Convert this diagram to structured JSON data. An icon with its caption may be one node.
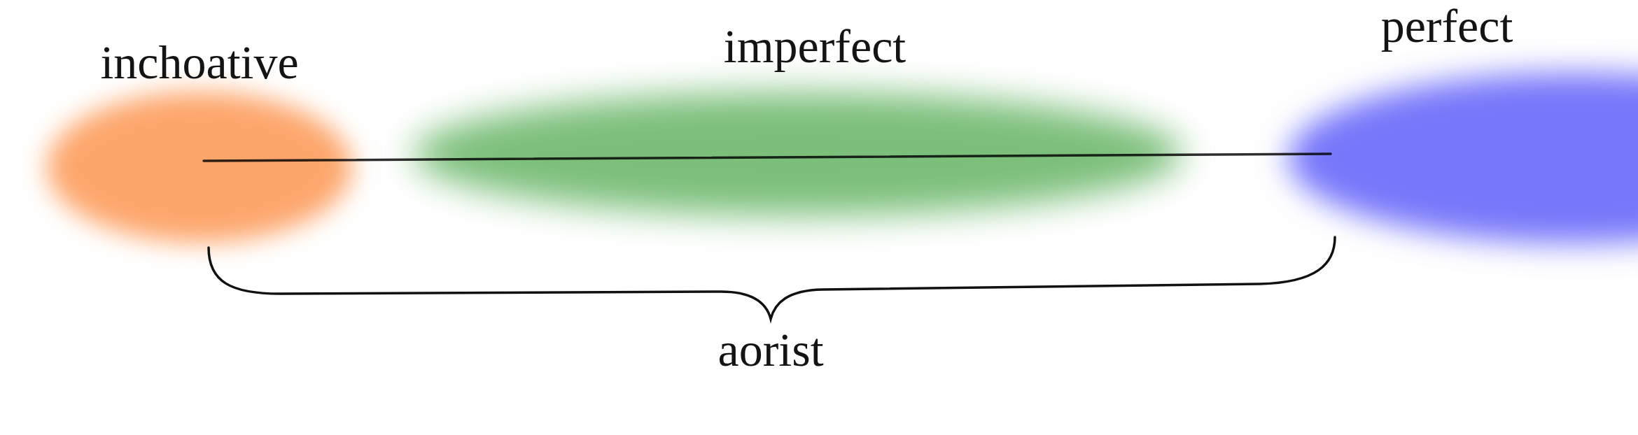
{
  "diagram": {
    "nodes": [
      {
        "text": [
          "inchoative"
        ]
      },
      {
        "text": [
          "imperfect"
        ]
      },
      {
        "text": [
          "perfect"
        ]
      }
    ],
    "labels": [
      "aorist"
    ]
  }
}
